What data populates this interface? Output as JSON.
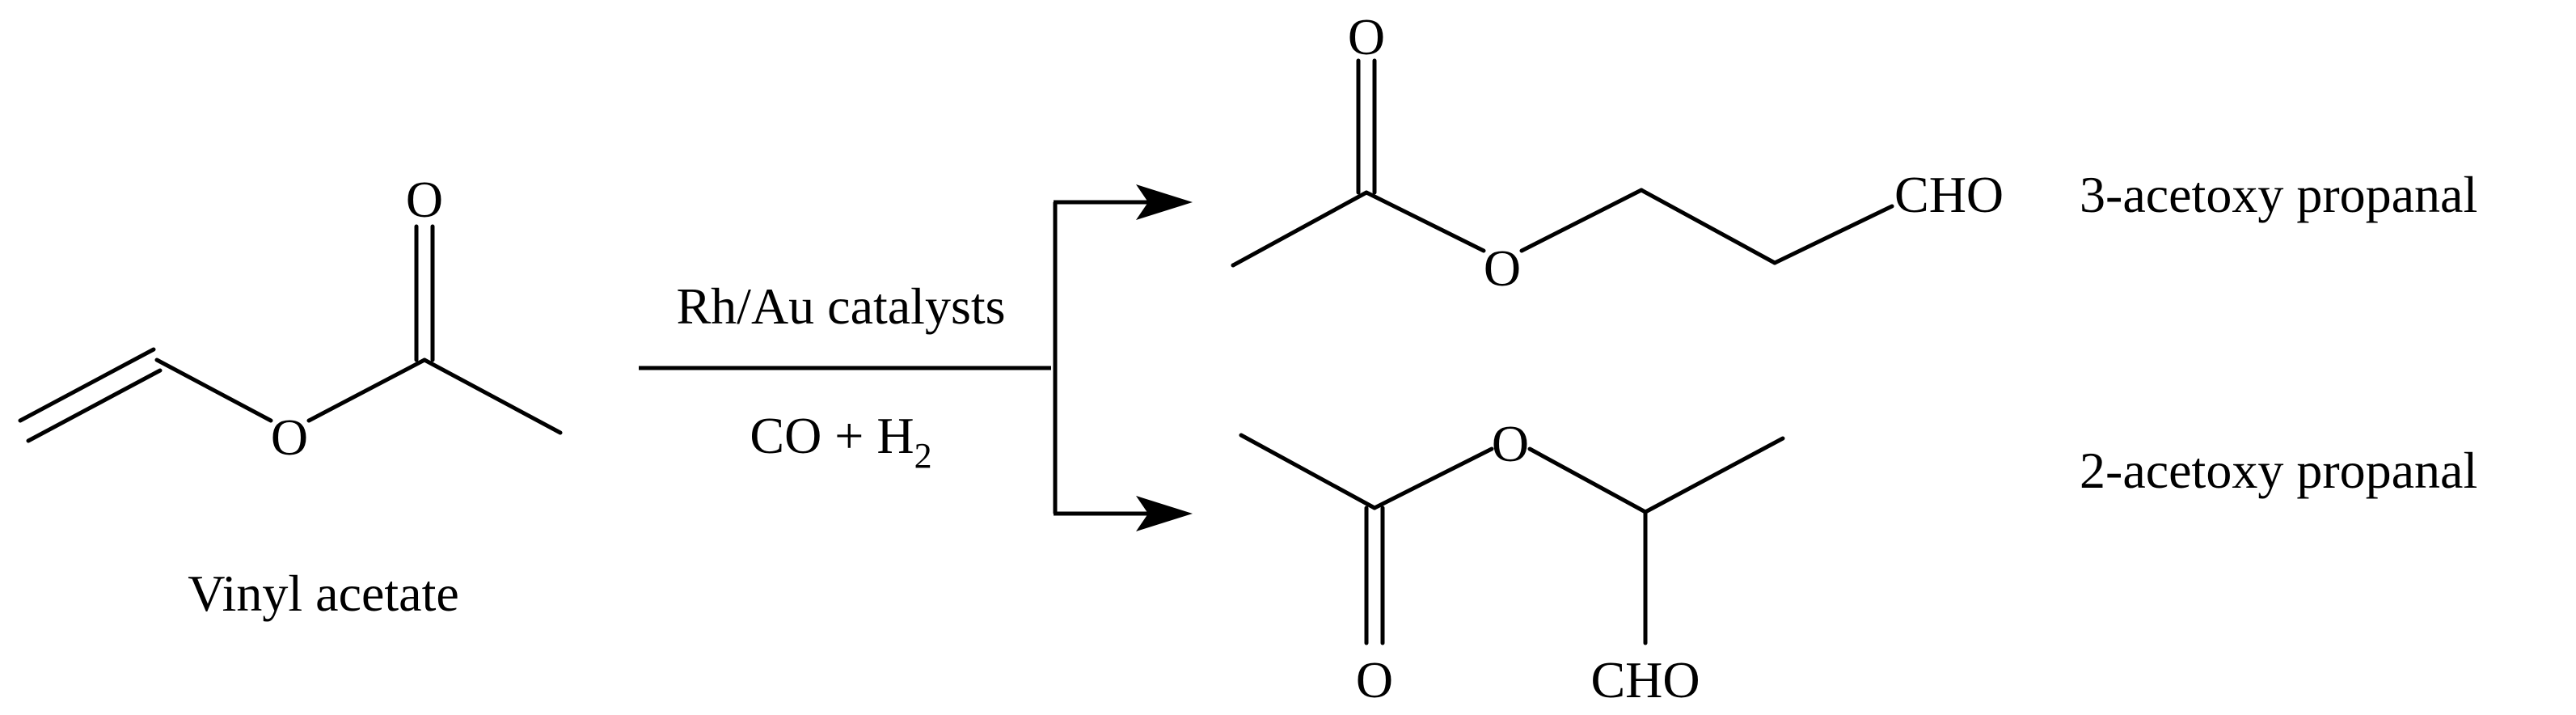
{
  "reactant": {
    "name": "Vinyl acetate",
    "atoms": {
      "carbonyl_o": "O",
      "ester_o": "O"
    }
  },
  "conditions": {
    "catalyst": "Rh/Au catalysts",
    "reagent": "CO + H",
    "reagent_subscript": "2"
  },
  "product_linear": {
    "name": "3-acetoxy propanal",
    "atoms": {
      "carbonyl_o": "O",
      "ester_o": "O",
      "aldehyde": "CHO"
    }
  },
  "product_branched": {
    "name": "2-acetoxy propanal",
    "atoms": {
      "carbonyl_o": "O",
      "ester_o": "O",
      "aldehyde": "CHO"
    }
  }
}
